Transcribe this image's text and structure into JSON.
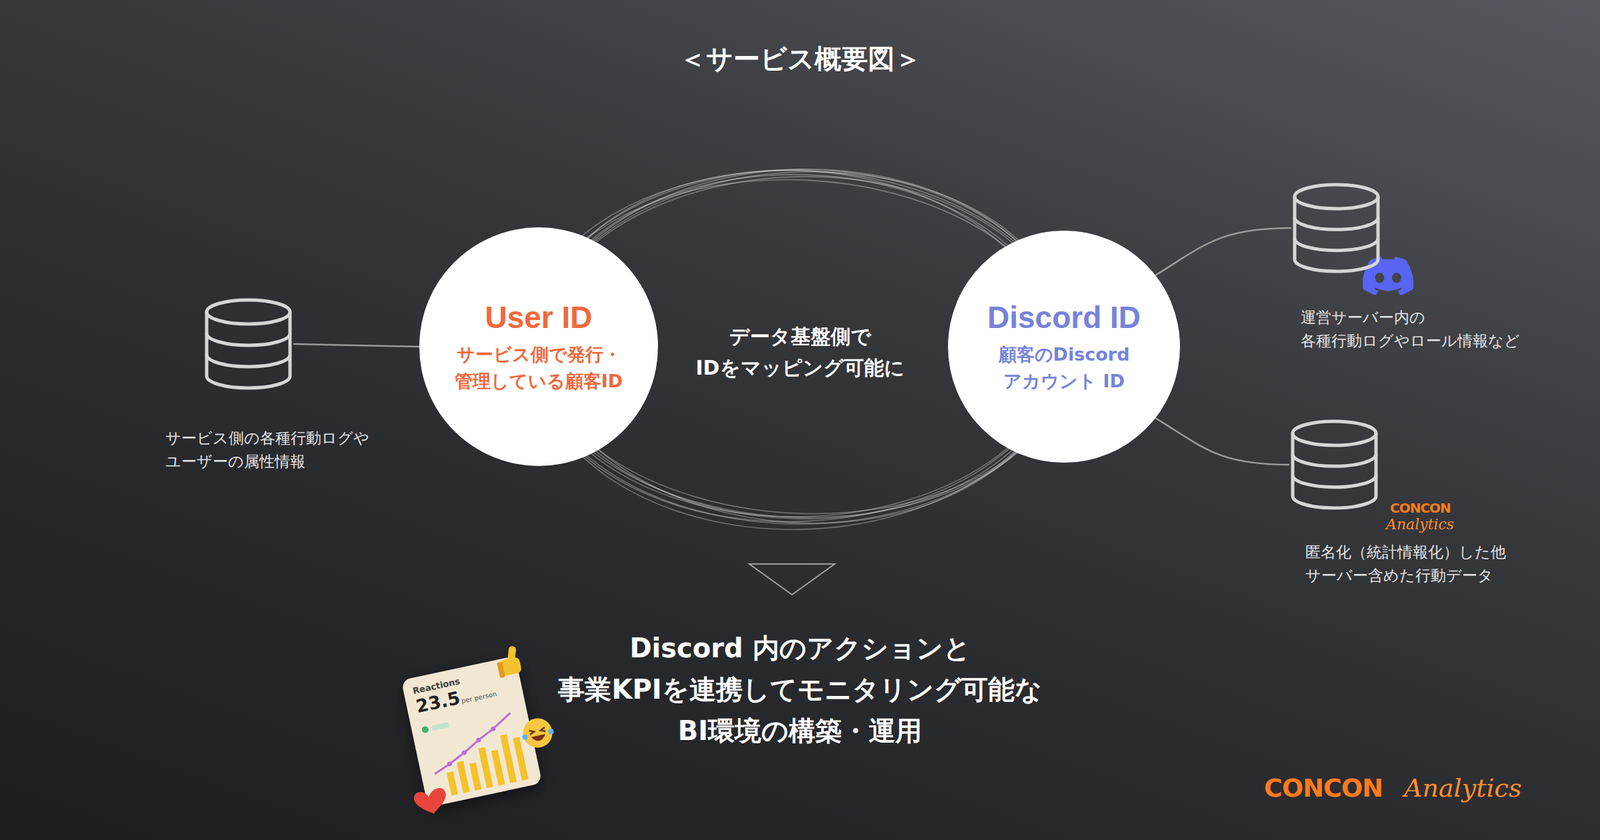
{
  "diagram": {
    "title": "＜サービス概要図＞",
    "nodes": [
      {
        "text": [
          "サービス側の各種行動ログや ユーザーの属性情報"
        ]
      },
      {
        "text": [
          "User ID",
          "サービス側で発行・ 管理している顧客ID"
        ]
      },
      {
        "text": [
          "Discord ID",
          "顧客のDiscord アカウント ID"
        ]
      },
      {
        "text": [
          "運営サーバー内の 各種行動ログやロール情報など"
        ]
      },
      {
        "text": [
          "匿名化（統計情報化）した他 サーバー含めた行動データ"
        ]
      }
    ],
    "edges": [
      {
        "from": 0,
        "to": 1,
        "arrow": "none"
      },
      {
        "from": 2,
        "to": 3,
        "arrow": "none"
      },
      {
        "from": 2,
        "to": 4,
        "arrow": "none"
      }
    ],
    "labels": [
      "データ基盤側で IDをマッピング可能に",
      "Discord 内のアクションと 事業KPIを連携してモニタリング可能な BI環境の構築・運用",
      "Reactions",
      "23.5",
      "per person",
      "CONCON",
      "Analytics",
      "CONCON",
      "Analytics"
    ]
  }
}
